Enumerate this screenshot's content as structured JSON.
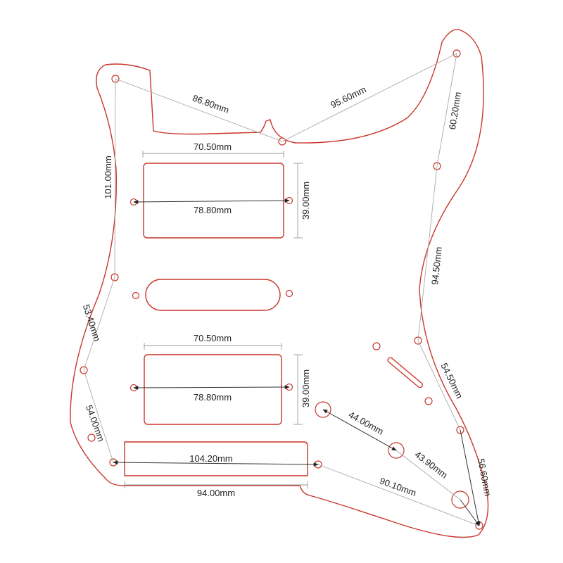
{
  "dimensions": {
    "top_left": "86.80mm",
    "top_right": "95.60mm",
    "right_upper": "60.20mm",
    "right_mid": "94.50mm",
    "right_lower": "54.50mm",
    "right_bottom": "56.60mm",
    "left_upper": "101.00mm",
    "left_mid": "53.40mm",
    "left_lower": "54.00mm",
    "neck_pickup_width": "70.50mm",
    "neck_pickup_mount": "78.80mm",
    "neck_pickup_height": "39.00mm",
    "bridge_pickup_width": "70.50mm",
    "bridge_pickup_mount": "78.80mm",
    "bridge_pickup_height": "39.00mm",
    "cavity_mount": "104.20mm",
    "cavity_width": "94.00mm",
    "knob_1_2": "44.00mm",
    "knob_2_3": "43.90mm",
    "bottom_diagonal": "90.10mm"
  },
  "colors": {
    "outline": "#c9362b",
    "measure_line": "#aaaaaa",
    "text": "#222222"
  }
}
